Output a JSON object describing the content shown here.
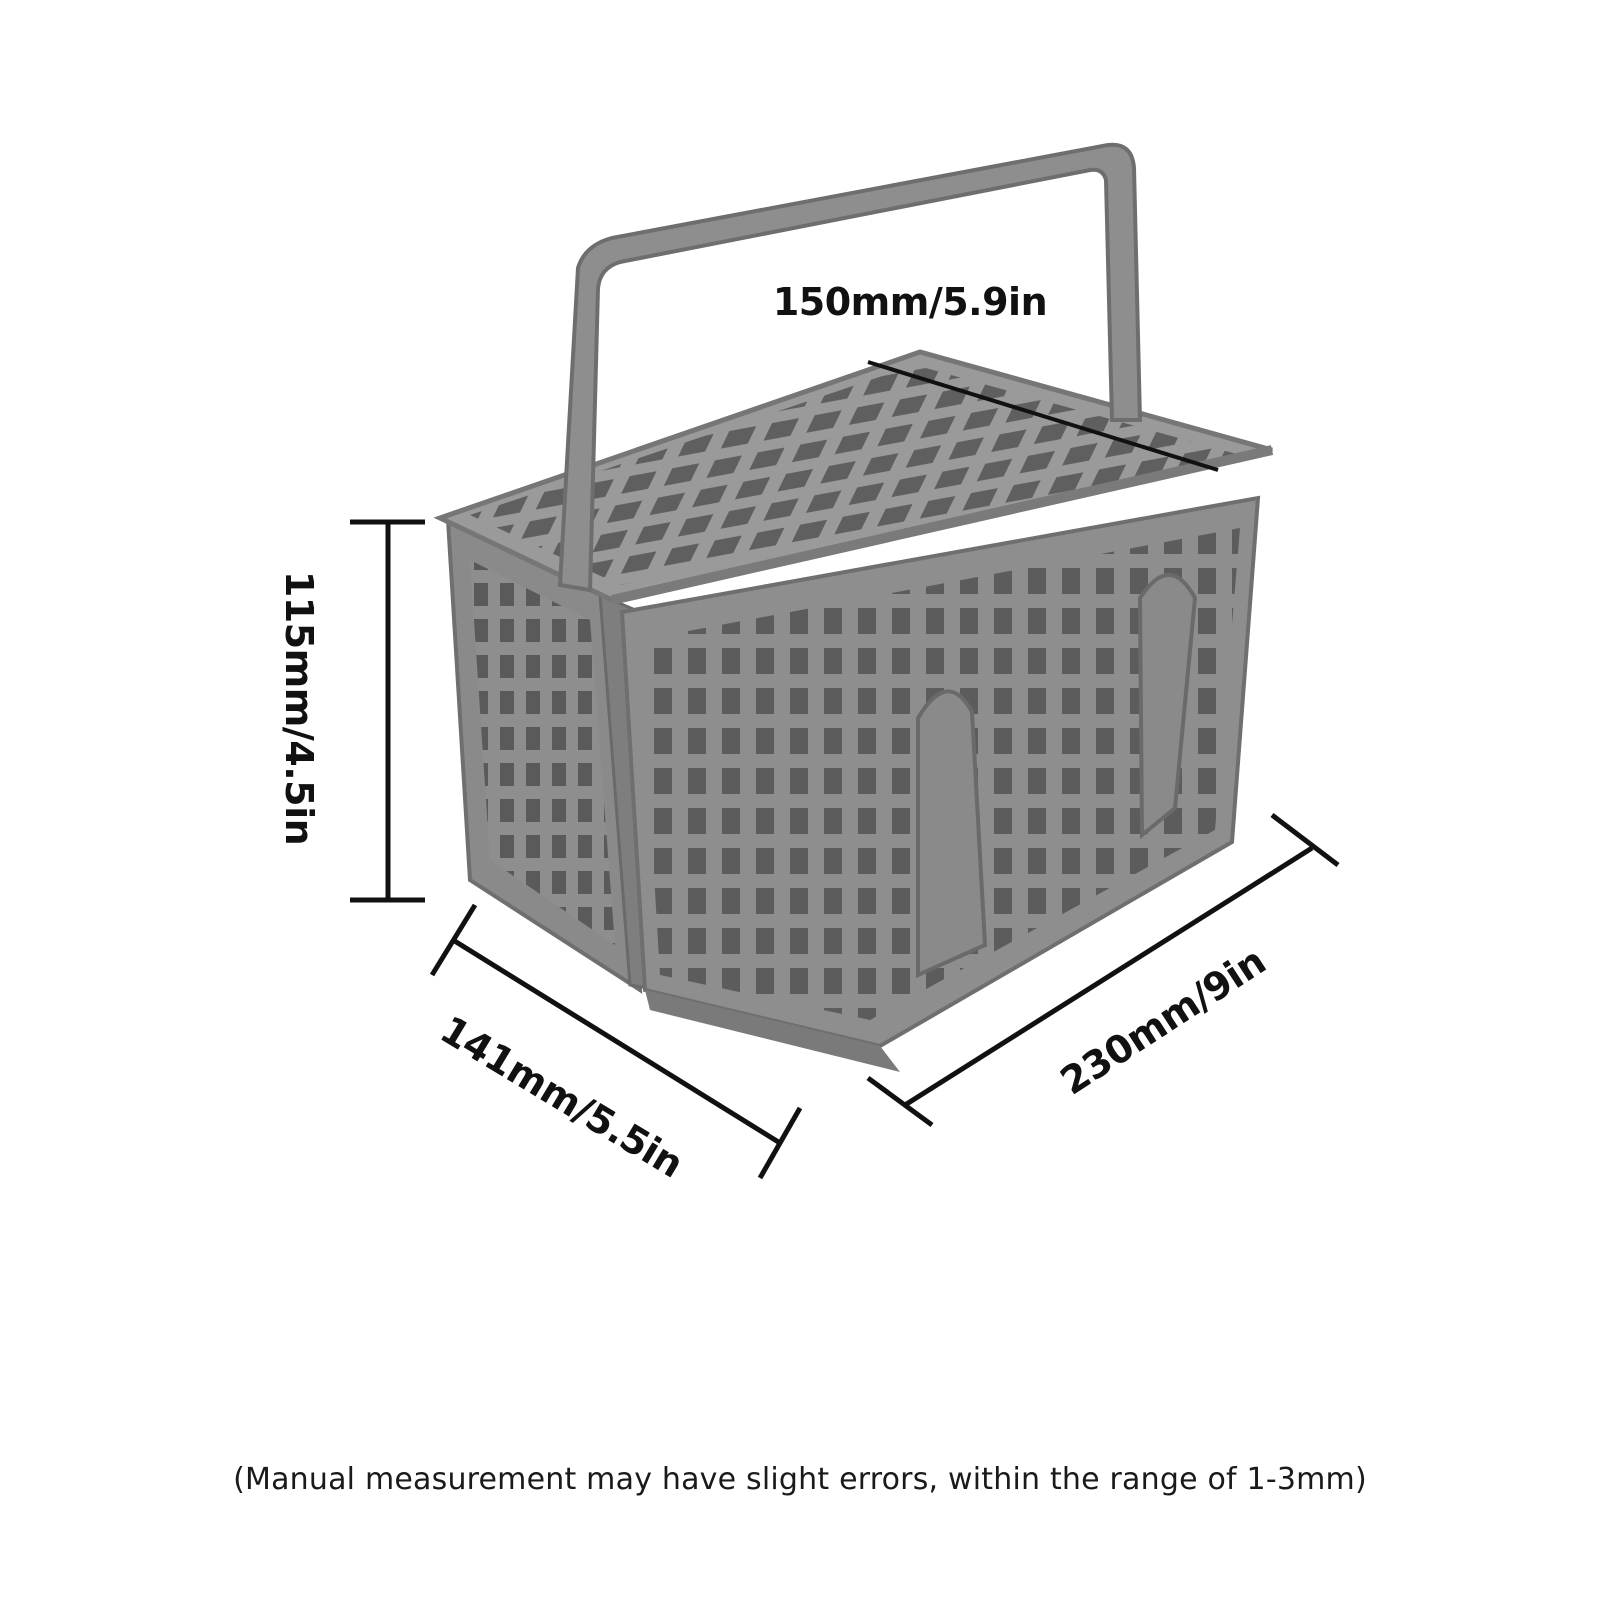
{
  "dimensions": {
    "lid_width": "150mm/5.9in",
    "height": "115mm/4.5in",
    "depth": "141mm/5.5in",
    "length": "230mm/9in"
  },
  "footnote": "(Manual measurement may have slight errors, within the range of 1-3mm)",
  "colors": {
    "basket": "#8e8e8e",
    "basket_dark": "#6f6f6f",
    "basket_light": "#a6a6a6",
    "ink": "#111111"
  }
}
